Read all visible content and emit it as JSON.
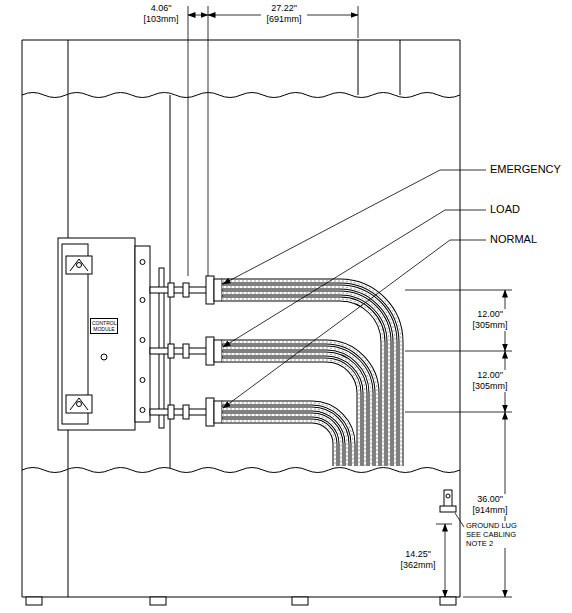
{
  "diagram": {
    "nodes": [
      {
        "text": [
          "CONTROL MODULE"
        ]
      }
    ],
    "labels": [
      "4.06\" [103mm]",
      "27.22\" [691mm]",
      "EMERGENCY",
      "LOAD",
      "NORMAL",
      "12.00\" [305mm]",
      "12.00\" [305mm]",
      "36.00\" [914mm]",
      "GROUND LUG SEE CABLING NOTE 2",
      "14.25\" [362mm]"
    ]
  }
}
